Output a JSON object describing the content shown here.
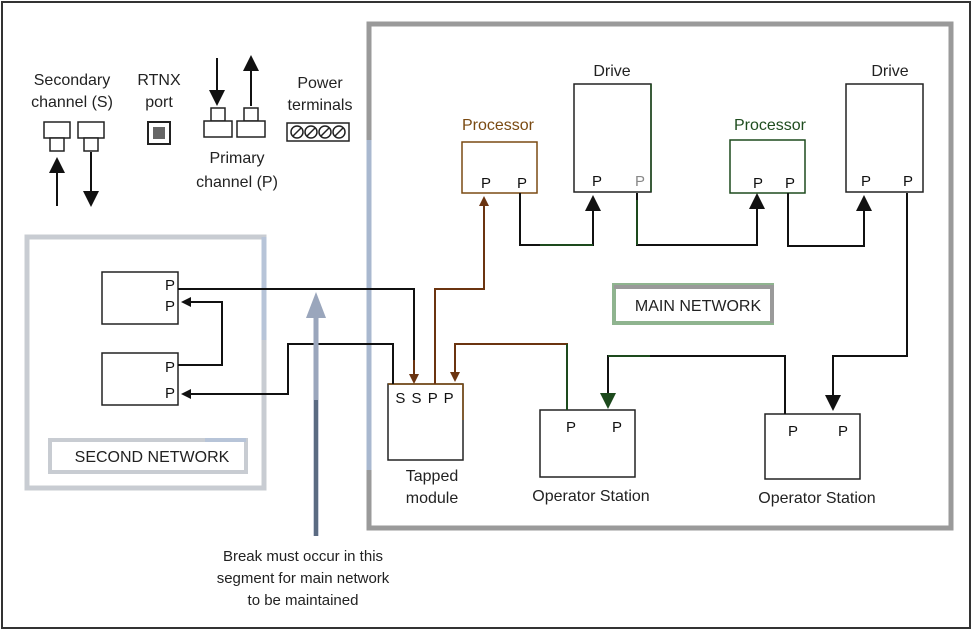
{
  "legend": {
    "secondary_line1": "Secondary",
    "secondary_line2": "channel (S)",
    "rtnx_line1": "RTNX",
    "rtnx_line2": "port",
    "primary_line1": "Primary",
    "primary_line2": "channel (P)",
    "power_line1": "Power",
    "power_line2": "terminals"
  },
  "main_network": {
    "label": "MAIN NETWORK",
    "processor_left_title": "Processor",
    "processor_right_title": "Processor",
    "drive_left_title": "Drive",
    "drive_right_title": "Drive",
    "port_label": "P",
    "tapped_module_ports": "S S P P",
    "tapped_module_line1": "Tapped",
    "tapped_module_line2": "module",
    "operator_station_left": "Operator Station",
    "operator_station_right": "Operator Station"
  },
  "second_network": {
    "label": "SECOND NETWORK",
    "port_label": "P"
  },
  "note": {
    "line1": "Break must occur in this",
    "line2": "segment for main network",
    "line3": "to be maintained"
  },
  "colors": {
    "brown": "#6b3410",
    "green": "#1d4a1d",
    "black": "#111111",
    "main_border": "#9a9a9a",
    "second_border": "#c2cad6",
    "break_arrow": "#9aa6bc"
  }
}
